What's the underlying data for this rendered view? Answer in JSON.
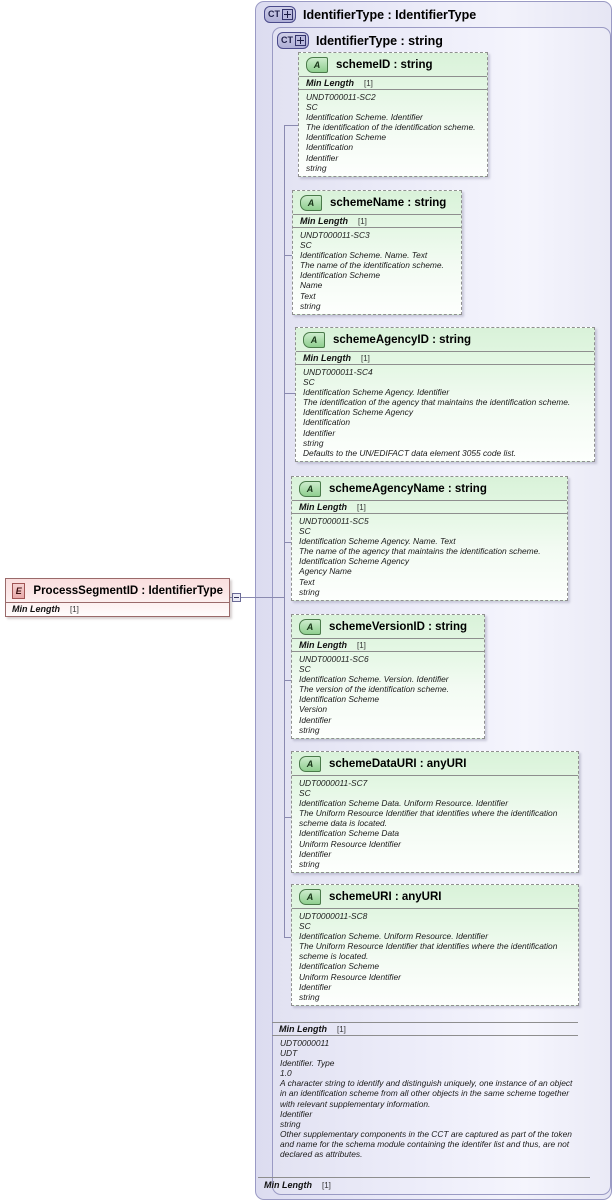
{
  "diagram": {
    "title": "XSD schema diagram for ProcessSegmentID of IdentifierType",
    "facet_label": "Min Length",
    "facet_value": "[1]"
  },
  "element": {
    "icon": "element-icon",
    "icon_letter": "E",
    "name": "ProcessSegmentID : IdentifierType",
    "facet_label": "Min Length",
    "facet_value": "[1]"
  },
  "container_outer": {
    "icon_letter": "CT",
    "title": "IdentifierType : IdentifierType",
    "facet_label": "Min Length",
    "facet_value": "[1]"
  },
  "container_inner": {
    "icon_letter": "CT",
    "title": "IdentifierType : string",
    "facet_label": "Min Length",
    "facet_value": "[1]",
    "doc": [
      "UDT0000011",
      "UDT",
      "Identifier. Type",
      "1.0",
      "A character string to identify and distinguish uniquely, one instance of an object in an identification scheme from all other objects in the same scheme together with relevant supplementary information.",
      "Identifier",
      "string",
      "Other supplementary components in the CCT are captured as part of the token and name for the schema module containing the identifer list and thus, are not declared as attributes."
    ]
  },
  "attributes": [
    {
      "icon_letter": "A",
      "name": "schemeID : string",
      "has_facet": true,
      "facet_label": "Min Length",
      "facet_value": "[1]",
      "doc": [
        "UNDT000011-SC2",
        "SC",
        "Identification Scheme. Identifier",
        "The identification of the identification scheme.",
        "Identification Scheme",
        "Identification",
        "Identifier",
        "string"
      ]
    },
    {
      "icon_letter": "A",
      "name": "schemeName : string",
      "has_facet": true,
      "facet_label": "Min Length",
      "facet_value": "[1]",
      "doc": [
        "UNDT000011-SC3",
        "SC",
        "Identification Scheme. Name. Text",
        "The name of the identification scheme.",
        "Identification Scheme",
        "Name",
        "Text",
        "string"
      ]
    },
    {
      "icon_letter": "A",
      "name": "schemeAgencyID : string",
      "has_facet": true,
      "facet_label": "Min Length",
      "facet_value": "[1]",
      "doc": [
        "UNDT000011-SC4",
        "SC",
        "Identification Scheme Agency. Identifier",
        "The identification of the agency that maintains the identification scheme.",
        "Identification Scheme Agency",
        "Identification",
        "Identifier",
        "string",
        "Defaults to the UN/EDIFACT data element 3055 code list."
      ]
    },
    {
      "icon_letter": "A",
      "name": "schemeAgencyName : string",
      "has_facet": true,
      "facet_label": "Min Length",
      "facet_value": "[1]",
      "doc": [
        "UNDT000011-SC5",
        "SC",
        "Identification Scheme Agency. Name. Text",
        "The name of the agency that maintains the identification scheme.",
        "Identification Scheme Agency",
        "Agency Name",
        "Text",
        "string"
      ]
    },
    {
      "icon_letter": "A",
      "name": "schemeVersionID : string",
      "has_facet": true,
      "facet_label": "Min Length",
      "facet_value": "[1]",
      "doc": [
        "UNDT000011-SC6",
        "SC",
        "Identification Scheme. Version. Identifier",
        "The version of the identification scheme.",
        "Identification Scheme",
        "Version",
        "Identifier",
        "string"
      ]
    },
    {
      "icon_letter": "A",
      "name": "schemeDataURI : anyURI",
      "has_facet": false,
      "facet_label": "",
      "facet_value": "",
      "doc": [
        "UDT0000011-SC7",
        "SC",
        "Identification Scheme Data. Uniform Resource. Identifier",
        "The Uniform Resource Identifier that identifies where the identification scheme data is located.",
        "Identification Scheme Data",
        "Uniform Resource Identifier",
        "Identifier",
        "string"
      ]
    },
    {
      "icon_letter": "A",
      "name": "schemeURI : anyURI",
      "has_facet": false,
      "facet_label": "",
      "facet_value": "",
      "doc": [
        "UDT0000011-SC8",
        "SC",
        "Identification Scheme. Uniform Resource. Identifier",
        "The Uniform Resource Identifier that identifies where the identification scheme is located.",
        "Identification Scheme",
        "Uniform Resource Identifier",
        "Identifier",
        "string"
      ]
    }
  ]
}
